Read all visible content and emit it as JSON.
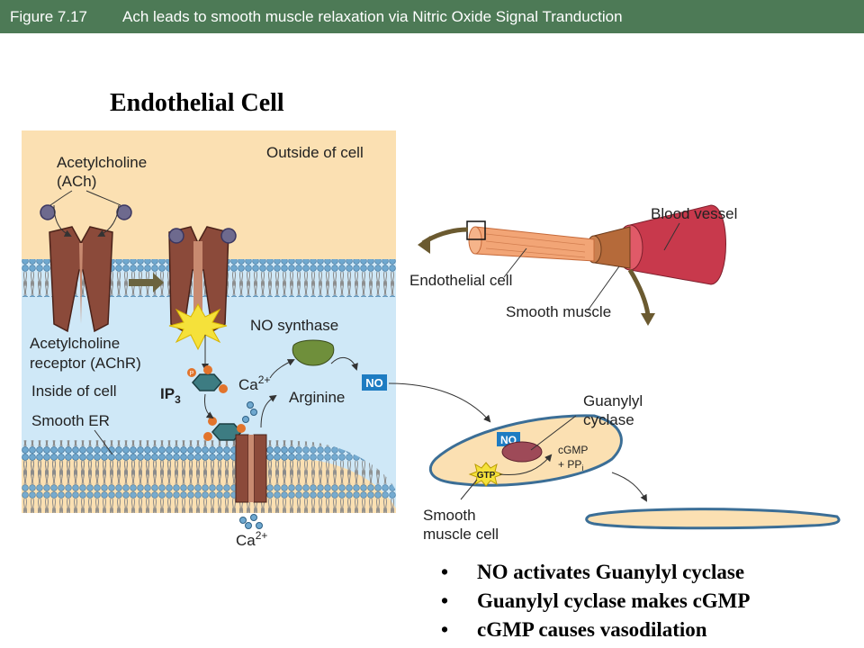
{
  "header": {
    "figure_number": "Figure 7.17",
    "caption": "Ach leads to smooth muscle relaxation via Nitric Oxide Signal Tranduction"
  },
  "title": "Endothelial Cell",
  "diagram": {
    "outside_label": "Outside of cell",
    "ach_line1": "Acetylcholine",
    "ach_line2": "(ACh)",
    "achr_line1": "Acetylcholine",
    "achr_line2": "receptor (AChR)",
    "inside_label": "Inside of cell",
    "smooth_er_label": "Smooth ER",
    "no_synthase_label": "NO synthase",
    "arginine_label": "Arginine",
    "no_tag": "NO",
    "ip3_label": "IP",
    "ip3_sub": "3",
    "ca_label": "Ca",
    "ca_sup": "2+",
    "p_tag": "P",
    "blood_vessel_label": "Blood vessel",
    "endothelial_cell_label": "Endothelial cell",
    "smooth_muscle_label": "Smooth muscle",
    "guanylyl_line1": "Guanylyl",
    "guanylyl_line2": "cyclase",
    "gtp_label": "GTP",
    "cgmp_label": "cGMP",
    "ppi_label": "+ PP",
    "ppi_sub": "i",
    "smc_line1": "Smooth",
    "smc_line2": "muscle cell"
  },
  "bullets": [
    "NO activates Guanylyl cyclase",
    "Guanylyl cyclase makes cGMP",
    "cGMP causes vasodilation"
  ],
  "colors": {
    "header_bg": "#4d7a56",
    "outside_bg": "#fbe0b2",
    "inside_bg": "#cfe8f7",
    "membrane_head": "#6fa8cf",
    "receptor": "#8b4a3a",
    "no_tag": "#1e7cc2",
    "enzyme": "#6f8f3b"
  }
}
